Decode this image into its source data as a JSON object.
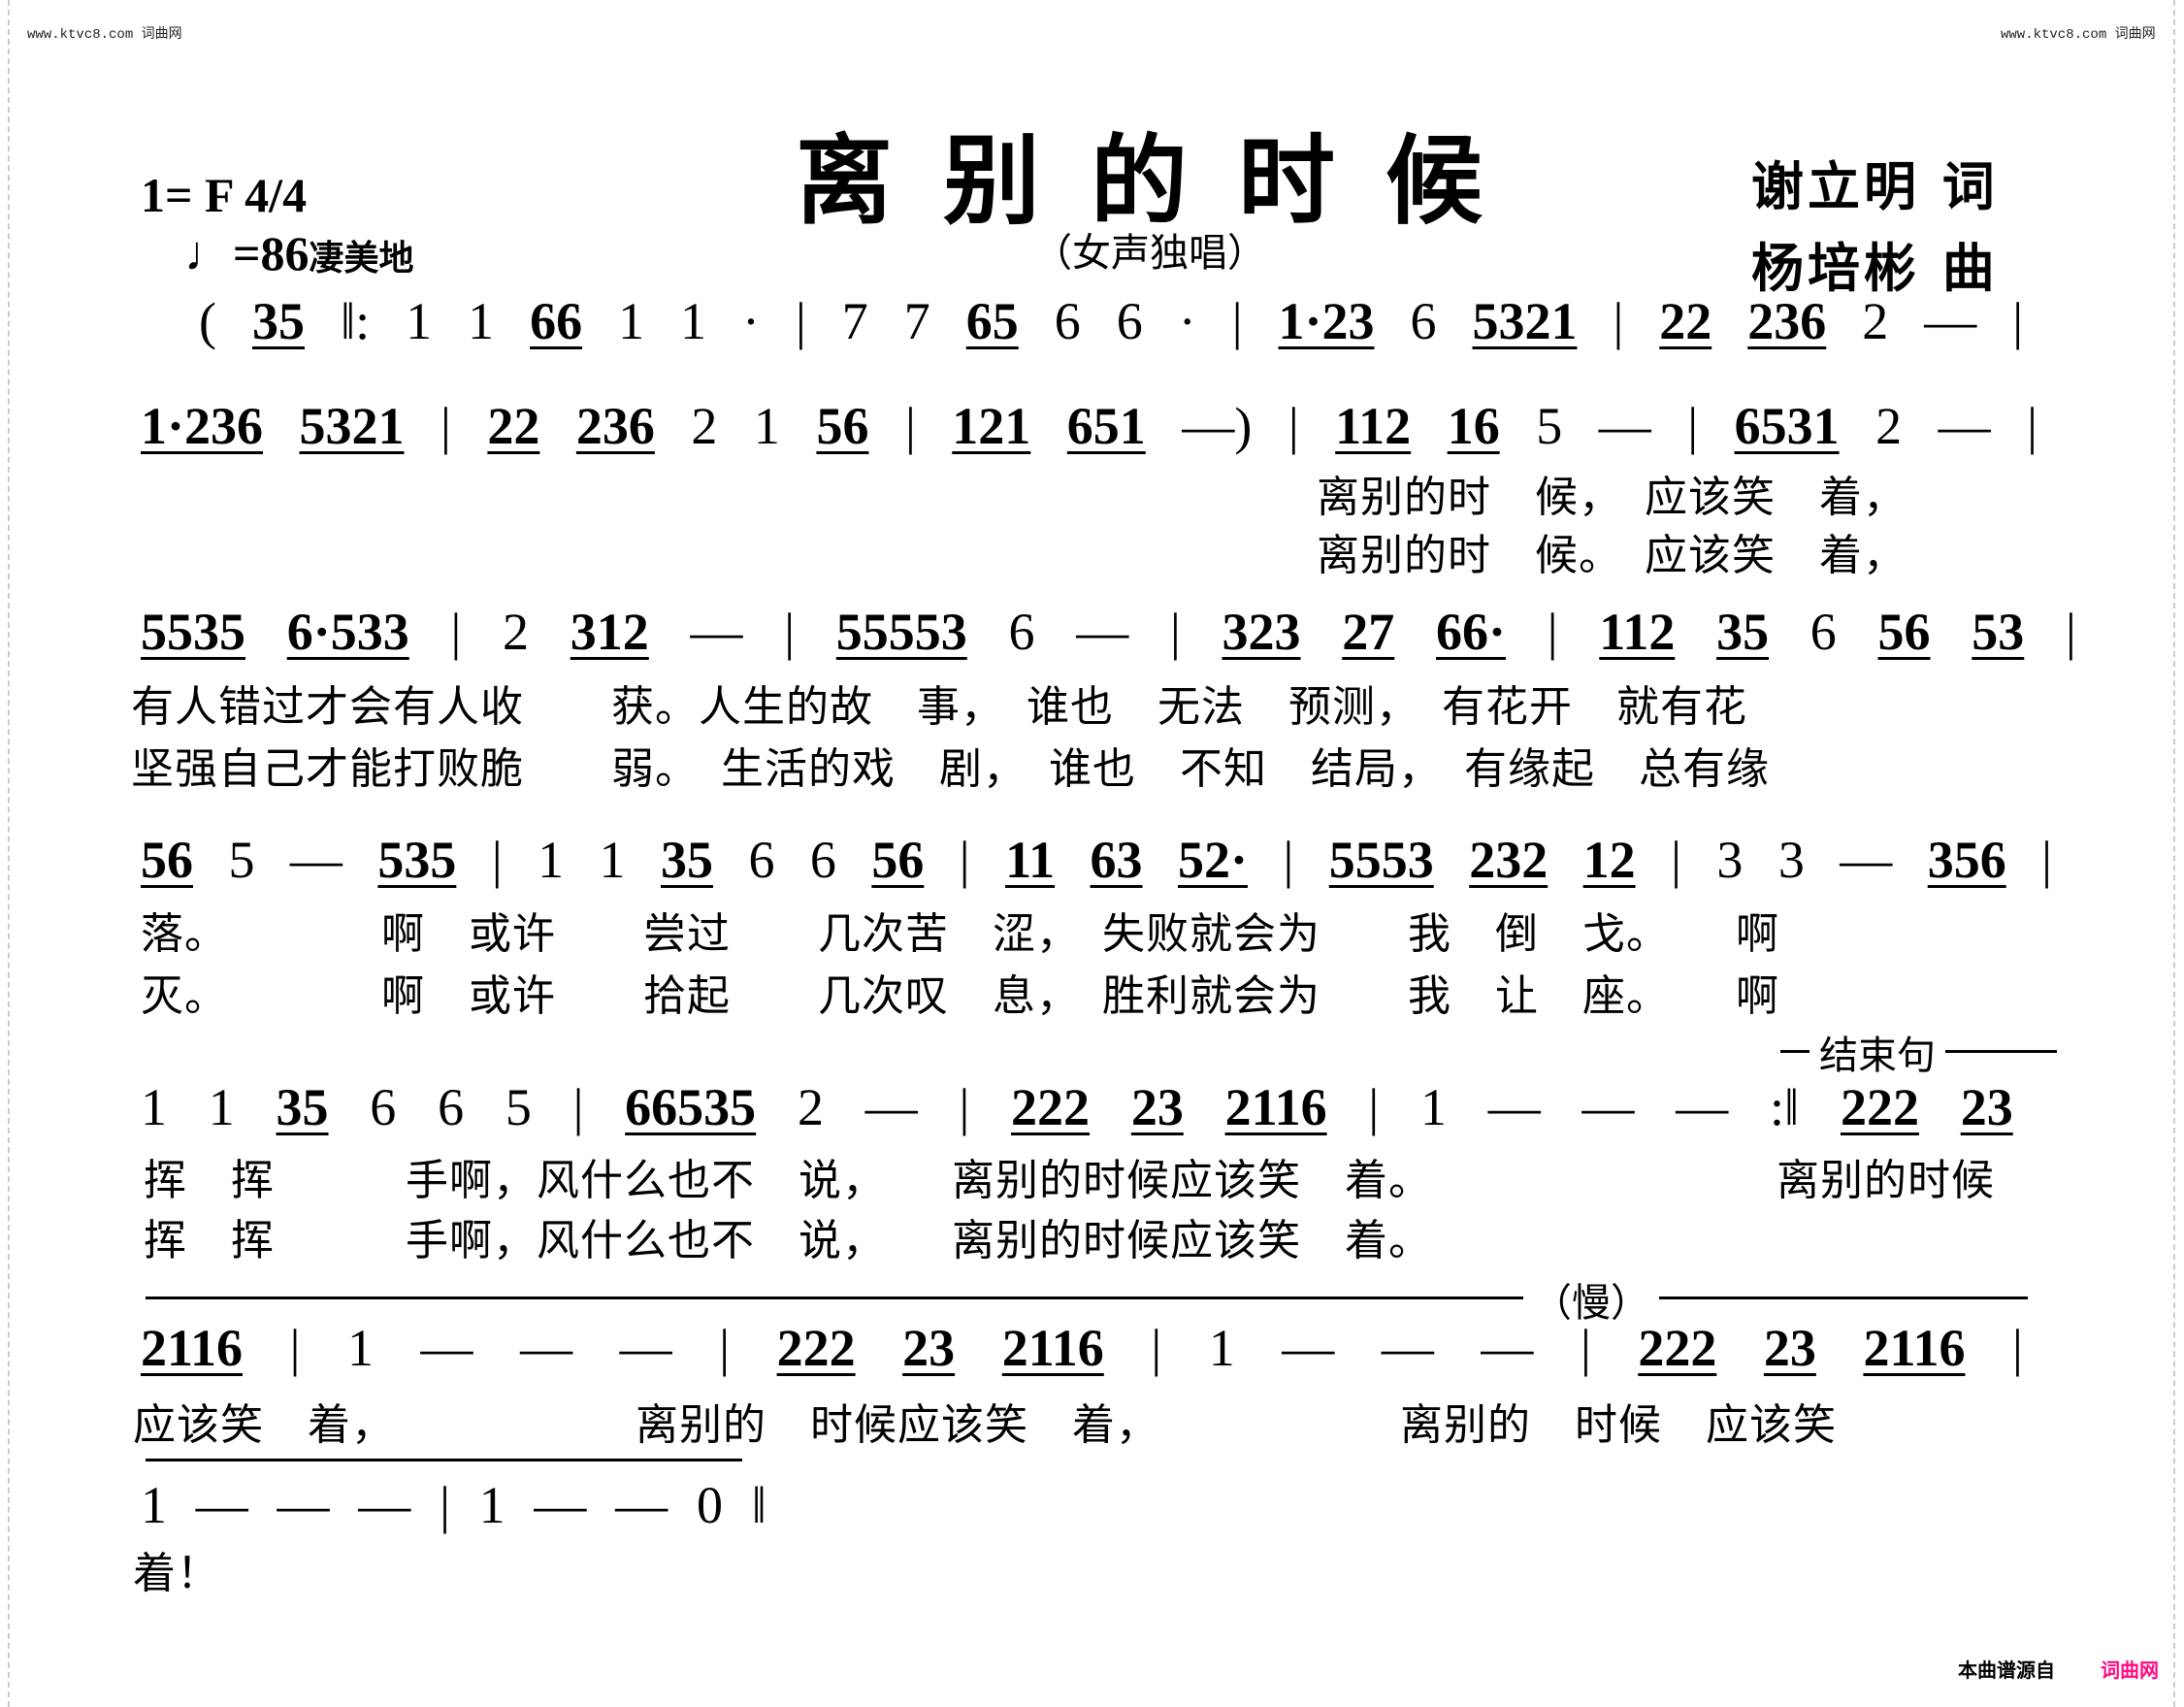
{
  "watermark": {
    "left": "www.ktvc8.com 词曲网",
    "right": "www.ktvc8.com 词曲网"
  },
  "header": {
    "title": "离别的时候",
    "subtitle": "（女声独唱）",
    "key": "1= F 4/4",
    "tempo": "♩=86",
    "expression": "凄美地",
    "lyricist": "谢立明 词",
    "composer": "杨培彬 曲"
  },
  "rows": [
    [
      "(",
      "35",
      "‖:",
      "1",
      "1",
      "66",
      "1",
      "1",
      "·",
      "|",
      "7",
      "7",
      "65",
      "6",
      "6",
      "·",
      "|",
      "1·23",
      "6",
      "5321",
      "|",
      "22",
      "236",
      "2",
      "—",
      "|"
    ],
    [
      "1·236",
      "5321",
      "|",
      "22",
      "236",
      "2",
      "1",
      "56",
      "|",
      "121",
      "651",
      "—)",
      "|",
      "112",
      "16",
      "5",
      "—",
      "|",
      "6531",
      "2",
      "—",
      "|"
    ],
    [
      "5535",
      "6·533",
      "|",
      "2",
      "312",
      "—",
      "|",
      "55553",
      "6",
      "—",
      "|",
      "323",
      "27",
      "66·",
      "|",
      "112",
      "35",
      "6",
      "56",
      "53",
      "|"
    ],
    [
      "56",
      "5",
      "—",
      "535",
      "|",
      "1",
      "1",
      "35",
      "6",
      "6",
      "56",
      "|",
      "11",
      "63",
      "52·",
      "|",
      "5553",
      "232",
      "12",
      "|",
      "3",
      "3",
      "—",
      "356",
      "|"
    ],
    [
      "1",
      "1",
      "35",
      "6",
      "6",
      "5",
      "|",
      "66535",
      "2",
      "—",
      "|",
      "222",
      "23",
      "2116",
      "|",
      "1",
      "—",
      "—",
      "—",
      ":‖",
      "222",
      "23"
    ],
    [
      "2116",
      "|",
      "1",
      "—",
      "—",
      "—",
      "|",
      "222",
      "23",
      "2116",
      "|",
      "1",
      "—",
      "—",
      "—",
      "|",
      "222",
      "23",
      "2116",
      "|"
    ],
    [
      "1",
      "—",
      "—",
      "—",
      "|",
      "1",
      "—",
      "—",
      "0",
      "‖"
    ]
  ],
  "lyrics": {
    "r2a": "离别的时　候，　应该笑　着，",
    "r2b": "离别的时　候。　应该笑　着，",
    "r3a": "有人错过才会有人收　　获。人生的故　事，　谁也　无法　预测，　有花开　就有花",
    "r3b": "坚强自己才能打败脆　　弱。　生活的戏　剧，　谁也　不知　结局，　有缘起　总有缘",
    "r4a": "落。　　　　啊　或许　　尝过　　几次苦　涩，　失败就会为　　我　倒　戈。　　啊",
    "r4b": "灭。　　　　啊　或许　　拾起　　几次叹　息，　胜利就会为　　我　让　座。　　啊",
    "r5a": "挥　挥　　　手啊，风什么也不　说，　　离别的时候应该笑　着。",
    "r5a_end": "离别的时候",
    "r5b": "挥　挥　　　手啊，风什么也不　说，　　离别的时候应该笑　着。",
    "r6": "应该笑　着，　　　　　　离别的　时候应该笑　着，　　　　　　离别的　时候　应该笑",
    "r7": "着！"
  },
  "marks": {
    "ending": "结束句",
    "slow": "（慢）"
  },
  "footer": {
    "source": "本曲谱源自",
    "site": "词曲网",
    "site_color": "#ff0a82"
  }
}
